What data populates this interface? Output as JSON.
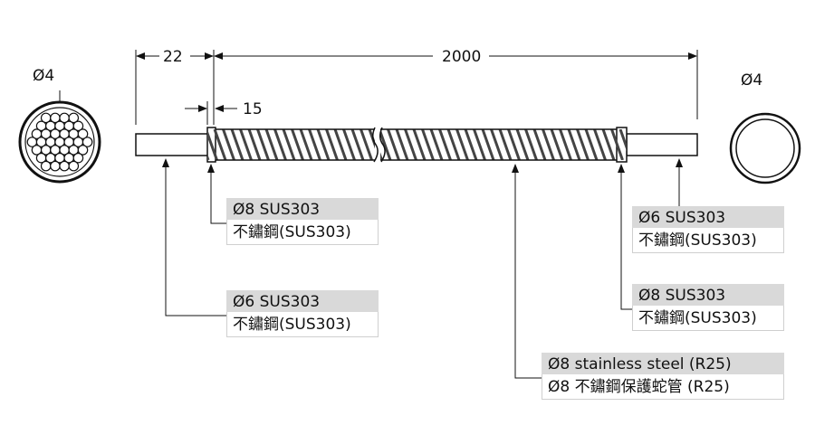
{
  "dimensions": {
    "end_length": "22",
    "total_length": "2000",
    "sleeve_length": "15",
    "left_diameter": "Ø4",
    "right_diameter": "Ø4"
  },
  "labels": {
    "left_sleeve": {
      "spec": "Ø8   SUS303",
      "material": "不鏽鋼(SUS303)"
    },
    "left_end": {
      "spec": "Ø6  SUS303",
      "material": "不鏽鋼(SUS303)"
    },
    "right_end": {
      "spec": "Ø6   SUS303",
      "material": "不鏽鋼(SUS303)"
    },
    "right_sleeve": {
      "spec": "Ø8   SUS303",
      "material": "不鏽鋼(SUS303)"
    },
    "tube": {
      "spec": "Ø8 stainless steel (R25)",
      "material": "Ø8 不鏽鋼保護蛇管 (R25)"
    }
  },
  "colors": {
    "line": "#111111",
    "label_header": "#d9d9d9",
    "stripe": "#444444"
  }
}
